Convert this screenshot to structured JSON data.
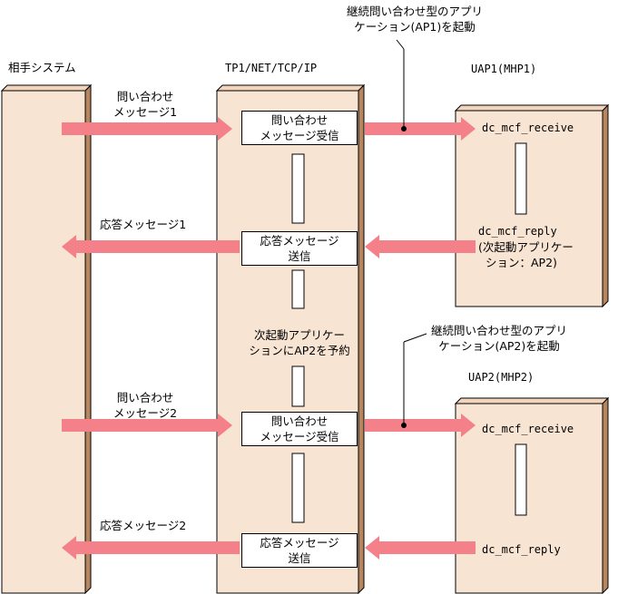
{
  "lanes": {
    "partner": "相手システム",
    "middleware": "TP1/NET/TCP/IP",
    "uap1": "UAP1(MHP1)",
    "uap2": "UAP2(MHP2)"
  },
  "notes": {
    "start1_line1": "継続問い合わせ型のアプリ",
    "start1_line2": "ケーション(AP1)を起動",
    "start2_line1": "継続問い合わせ型のアプリ",
    "start2_line2": "ケーション(AP2)を起動",
    "reserve_line1": "次起動アプリケー",
    "reserve_line2": "ションにAP2を予約"
  },
  "messages": {
    "query1_line1": "問い合わせ",
    "query1_line2": "メッセージ1",
    "reply1": "応答メッセージ1",
    "query2_line1": "問い合わせ",
    "query2_line2": "メッセージ2",
    "reply2": "応答メッセージ2"
  },
  "boxes": {
    "recv1_line1": "問い合わせ",
    "recv1_line2": "メッセージ受信",
    "send1_line1": "応答メッセージ",
    "send1_line2": "送信",
    "recv2_line1": "問い合わせ",
    "recv2_line2": "メッセージ受信",
    "send2_line1": "応答メッセージ",
    "send2_line2": "送信"
  },
  "calls": {
    "receive1": "dc_mcf_receive",
    "reply1_line1": "dc_mcf_reply",
    "reply1_line2": "(次起動アプリケー",
    "reply1_line3": "ション：AP2)",
    "receive2": "dc_mcf_receive",
    "reply2": "dc_mcf_reply"
  },
  "colors": {
    "lane_fill": "#f7e4d3",
    "lane_side": "#b8865e",
    "arrow": "#f4808a"
  }
}
